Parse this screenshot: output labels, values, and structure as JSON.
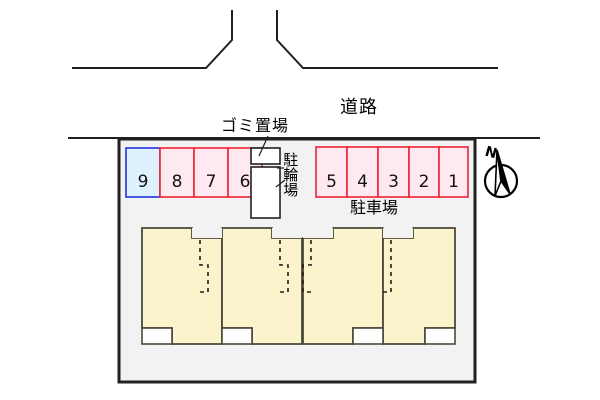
{
  "map": {
    "title_road": "道路",
    "label_gomi": "ゴミ置場",
    "label_churinjo": "駐輪場",
    "label_chushajo": "駐車場",
    "compass_north": "N",
    "colors": {
      "stall_pink_fill": "#fde9ef",
      "stall_pink_border": "#ee2233",
      "stall_blue_fill": "#ddf2fc",
      "stall_blue_border": "#2233dd",
      "building_fill": "#faf3cb",
      "building_border": "#6b6a4a",
      "site_fill": "#f2f2f2",
      "site_border": "#231f20",
      "road_line": "#231f20",
      "white_fill": "#ffffff"
    }
  },
  "parking": {
    "left_block": [
      {
        "number": "9",
        "highlight": "true"
      },
      {
        "number": "8",
        "highlight": "false"
      },
      {
        "number": "7",
        "highlight": "false"
      },
      {
        "number": "6",
        "highlight": "false"
      }
    ],
    "right_block": [
      {
        "number": "5",
        "highlight": "false"
      },
      {
        "number": "4",
        "highlight": "false"
      },
      {
        "number": "3",
        "highlight": "false"
      },
      {
        "number": "2",
        "highlight": "false"
      },
      {
        "number": "1",
        "highlight": "false"
      }
    ]
  }
}
